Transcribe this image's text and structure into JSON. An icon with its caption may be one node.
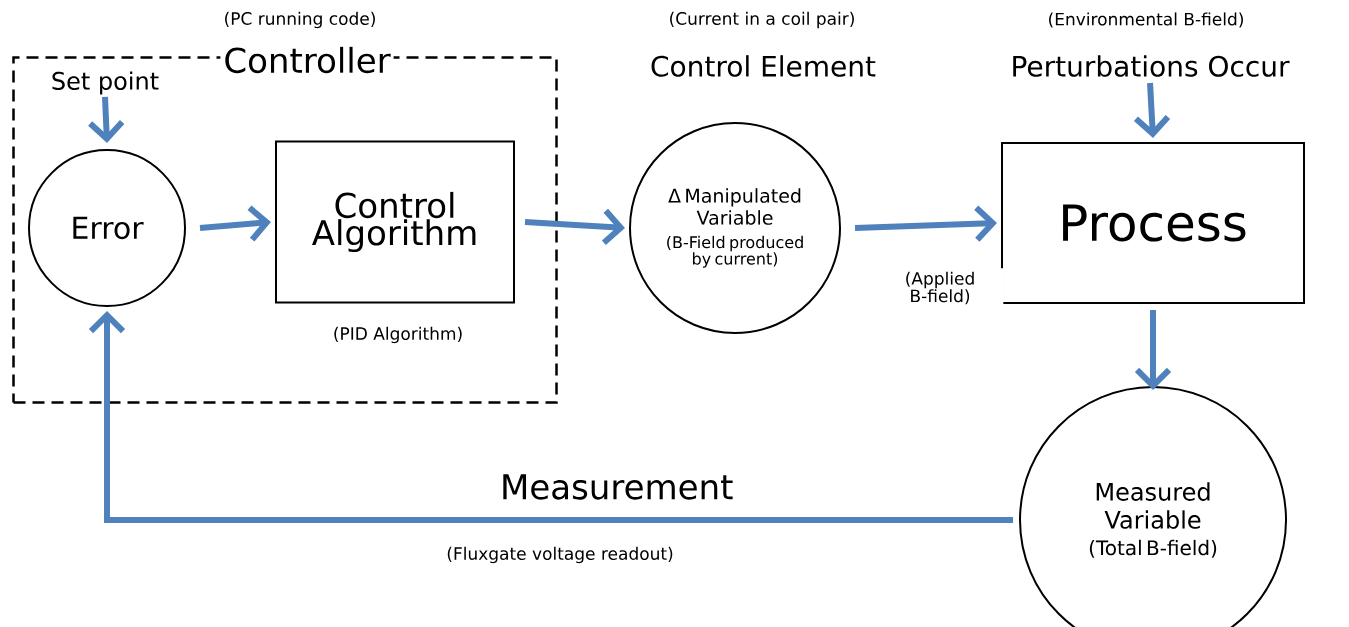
{
  "diagram": {
    "nodes": [
      {
        "text": [
          "Controller"
        ],
        "beside": [
          "(PC running code)"
        ]
      },
      {
        "text": [
          "Set point"
        ],
        "in": 0
      },
      {
        "text": [
          "Error"
        ],
        "in": 0
      },
      {
        "text": [
          "Control Algorithm"
        ],
        "in": 0,
        "beside": [
          "(PID Algorithm)"
        ]
      },
      {
        "text": [
          "Δ Manipulated Variable",
          "(B-Field produced by current)"
        ],
        "beside": [
          "(Current in a coil pair)",
          "Control Element"
        ]
      },
      {
        "text": [
          "Perturbations Occur"
        ],
        "beside": [
          "(Environmental B-field)"
        ]
      },
      {
        "text": [
          "Process"
        ]
      },
      {
        "text": [
          "Measured Variable",
          "(Total B-field)"
        ]
      }
    ],
    "edges": [
      {
        "from": 1,
        "to": 2,
        "arrow": "to",
        "color": "#4f81bd"
      },
      {
        "from": 2,
        "to": 3,
        "arrow": "to",
        "color": "#4f81bd"
      },
      {
        "from": 3,
        "to": 4,
        "arrow": "to",
        "color": "#4f81bd"
      },
      {
        "from": 4,
        "to": 6,
        "arrow": "to",
        "color": "#4f81bd",
        "label": "(Applied B-field)"
      },
      {
        "from": 5,
        "to": 6,
        "arrow": "to",
        "color": "#4f81bd"
      },
      {
        "from": 6,
        "to": 7,
        "arrow": "to",
        "color": "#4f81bd"
      },
      {
        "from": 7,
        "to": 2,
        "arrow": "to",
        "color": "#4f81bd",
        "label": "Measurement"
      }
    ],
    "labels": [
      "(Fluxgate voltage readout)"
    ]
  }
}
